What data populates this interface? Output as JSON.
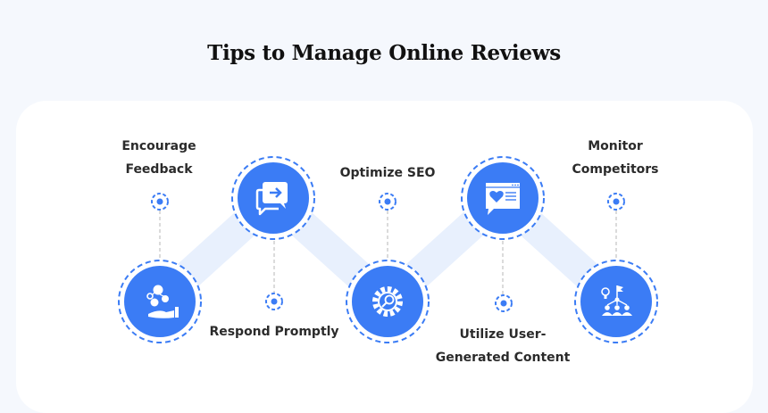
{
  "title": "Tips to Manage Online Reviews",
  "colors": {
    "accent": "#3b7cf5",
    "band": "#e8f0fd",
    "connector": "#cfcfcf",
    "card_bg": "#ffffff",
    "page_bg": "#f5f8fd"
  },
  "steps": [
    {
      "label_line1": "Encourage",
      "label_line2": "Feedback",
      "icon": "hand-with-reactions-icon",
      "position": "low"
    },
    {
      "label_line1": "Respond Promptly",
      "label_line2": "",
      "icon": "chat-bubbles-arrow-icon",
      "position": "high"
    },
    {
      "label_line1": "Optimize SEO",
      "label_line2": "",
      "icon": "gear-magnifier-icon",
      "position": "low"
    },
    {
      "label_line1": "Utilize User-",
      "label_line2": "Generated Content",
      "icon": "browser-chat-heart-icon",
      "position": "high"
    },
    {
      "label_line1": "Monitor",
      "label_line2": "Competitors",
      "icon": "team-strategy-flag-icon",
      "position": "low"
    }
  ]
}
